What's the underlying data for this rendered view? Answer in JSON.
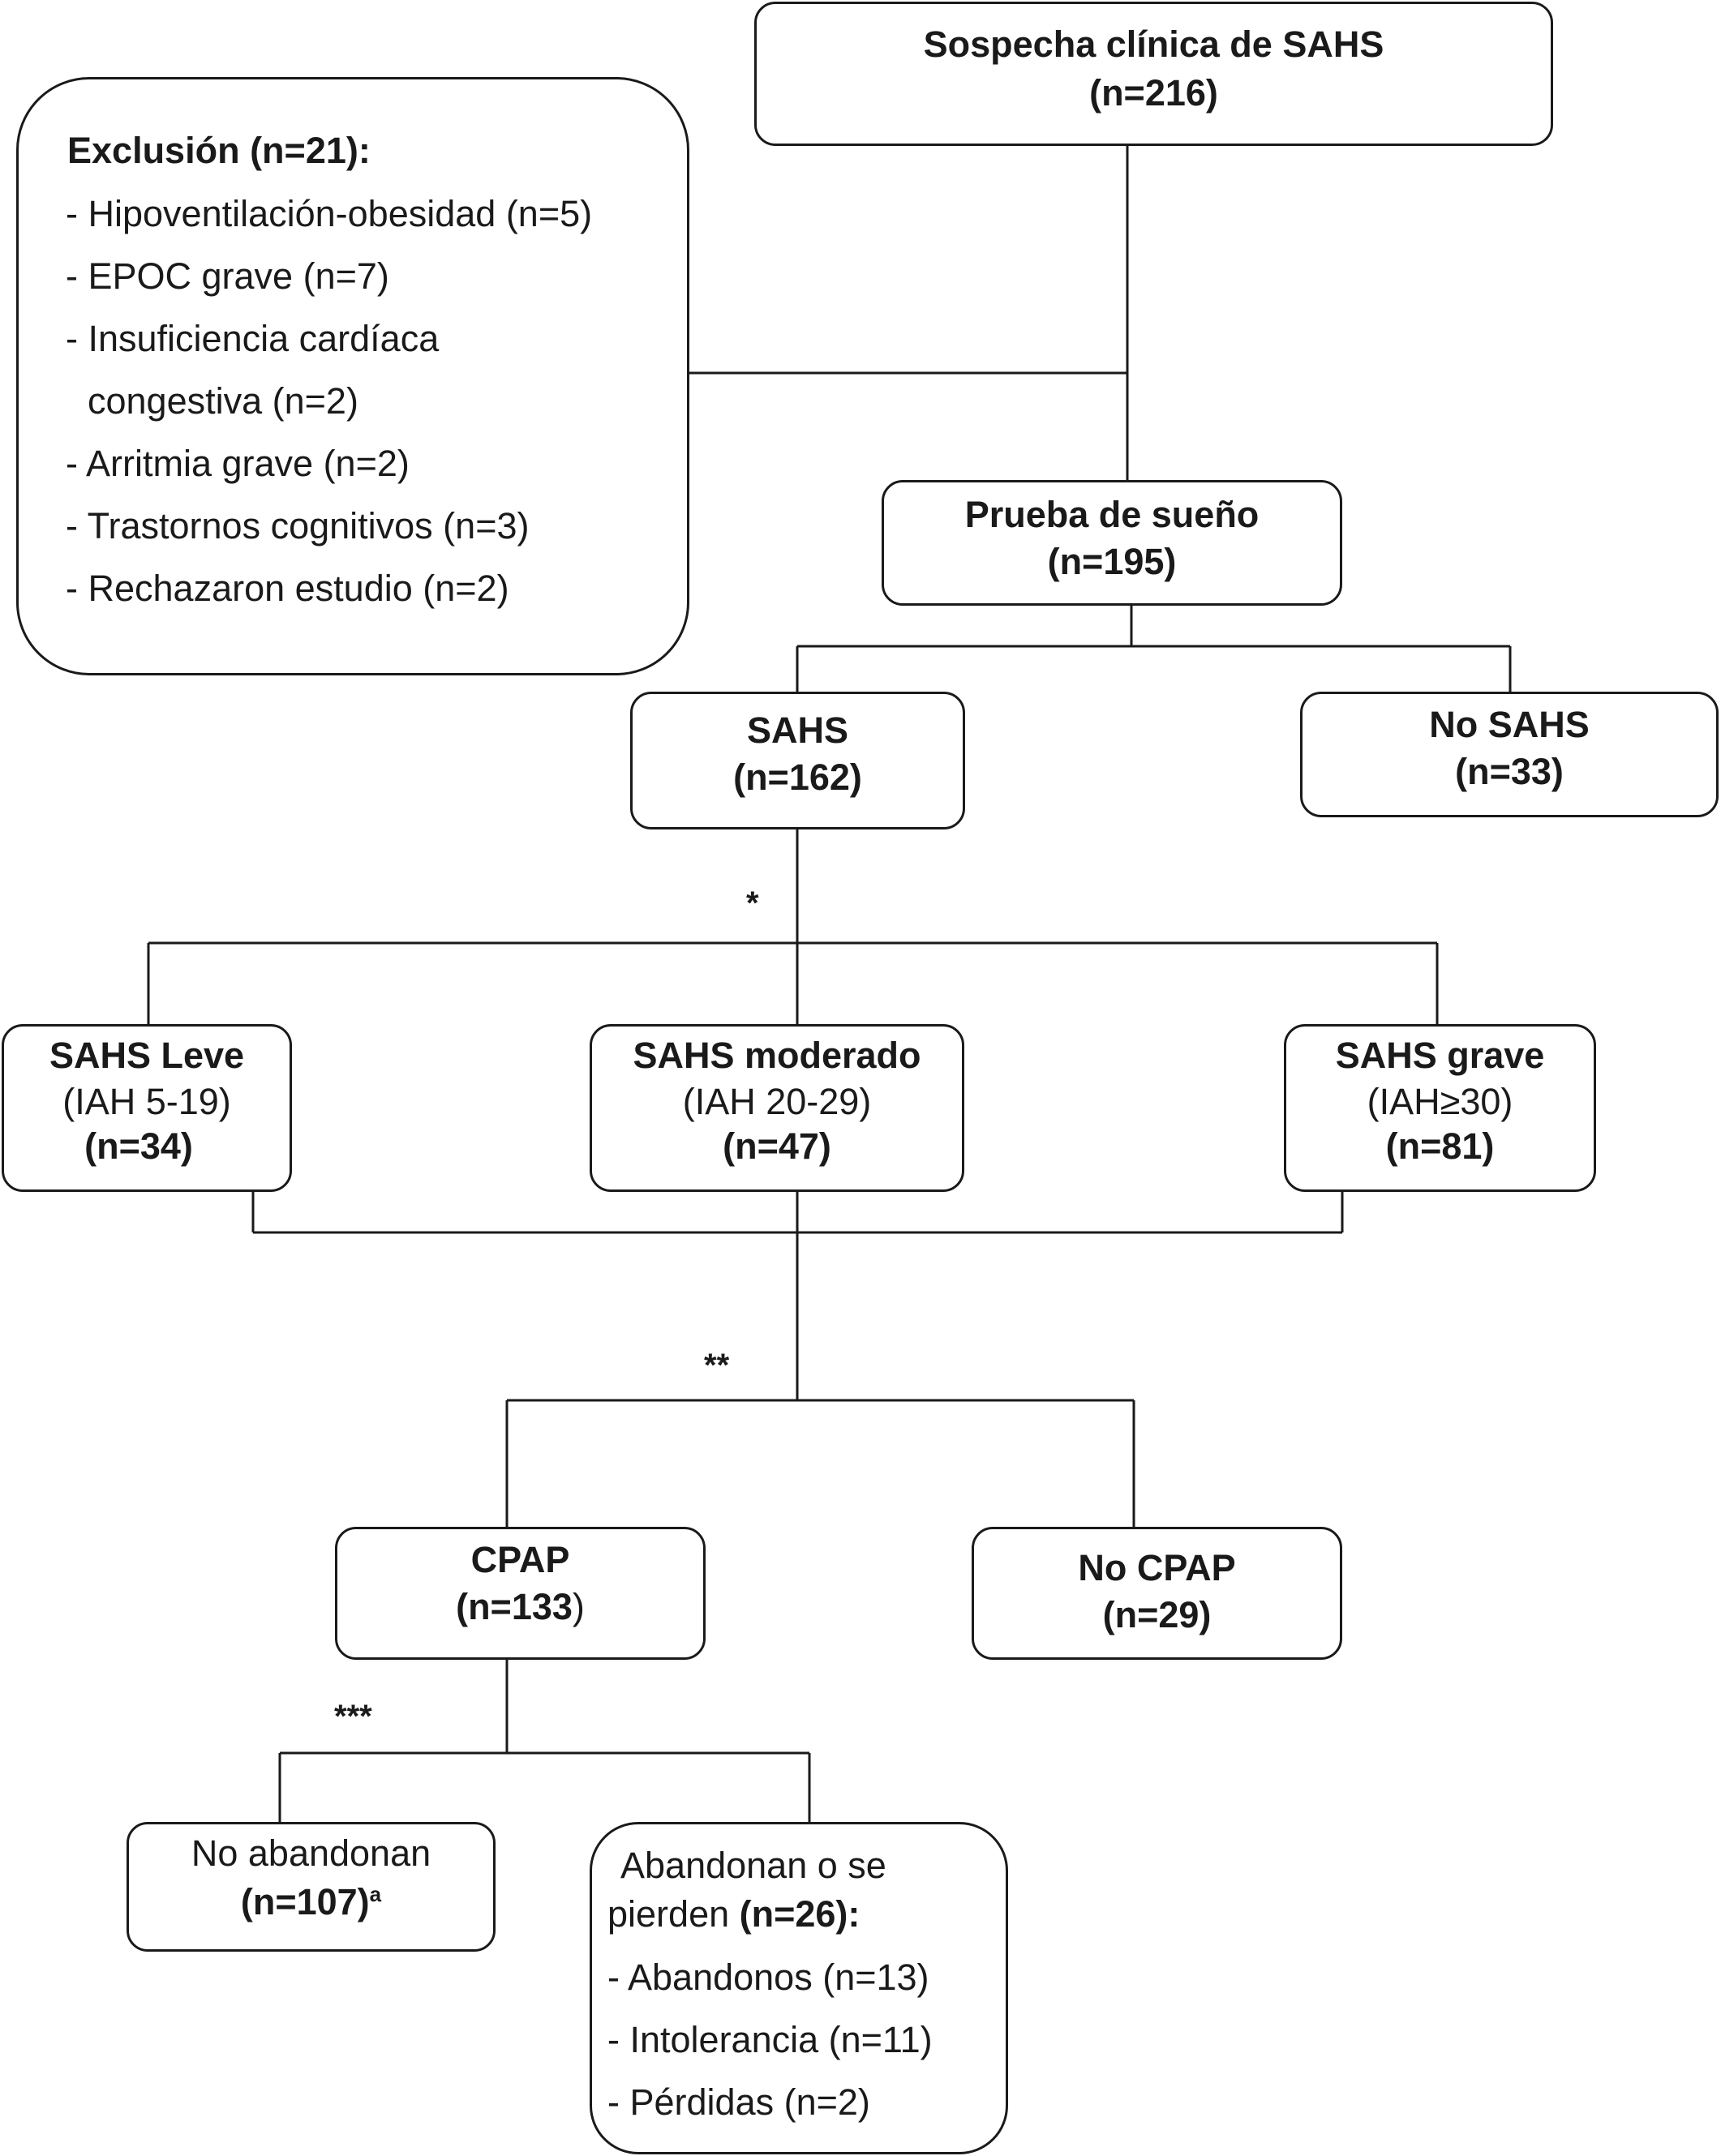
{
  "start": {
    "title": "Sospecha clínica de SAHS",
    "n": "(n=216)"
  },
  "exclusion": {
    "title": "Exclusión (n=21):",
    "items": [
      "- Hipoventilación-obesidad (n=5)",
      "- EPOC grave (n=7)",
      "- Insuficiencia cardíaca",
      "congestiva  (n=2)",
      "- Arritmia grave (n=2)",
      "- Trastornos cognitivos (n=3)",
      "- Rechazaron estudio (n=2)"
    ]
  },
  "sleep_test": {
    "title": "Prueba de sueño",
    "n": "(n=195)"
  },
  "sahs": {
    "title": "SAHS",
    "n": "(n=162)"
  },
  "no_sahs": {
    "title": "No SAHS",
    "n": "(n=33)"
  },
  "severity": {
    "mild": {
      "title": "SAHS Leve",
      "range": "(IAH 5-19)",
      "n": "(n=34)"
    },
    "moderate": {
      "title": "SAHS moderado",
      "range": "(IAH 20-29)",
      "n": "(n=47)"
    },
    "severe": {
      "title": "SAHS grave",
      "range": "(IAH≥30)",
      "n": "(n=81)"
    }
  },
  "cpap": {
    "title": "CPAP",
    "n_open": "(n=133",
    "n_close": ")"
  },
  "no_cpap": {
    "title": "No CPAP",
    "n": "(n=29)"
  },
  "no_abandon": {
    "title": "No abandonan",
    "n": "(n=107)",
    "sup": "a"
  },
  "abandon": {
    "line1": "Abandonan o se",
    "line2_prefix": "pierden ",
    "line2_bold": "(n=26):",
    "items": [
      "- Abandonos (n=13)",
      "- Intolerancia (n=11)",
      "- Pérdidas (n=2)"
    ]
  },
  "markers": {
    "one": "*",
    "two": "**",
    "three": "***"
  }
}
